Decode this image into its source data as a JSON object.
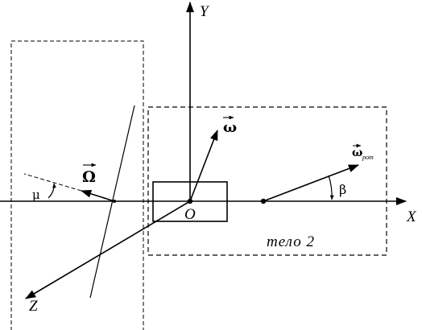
{
  "axes": {
    "y_label": "Y",
    "x_label": "X",
    "z_label": "Z",
    "origin_label": "O"
  },
  "vectors": {
    "omega_label": "ω",
    "omega_rot_label": "ω",
    "omega_rot_subscript": "рот",
    "Omega_label": "Ω"
  },
  "angles": {
    "mu_label": "μ",
    "beta_label": "β"
  },
  "regions": {
    "body2_label": "тело 2"
  }
}
